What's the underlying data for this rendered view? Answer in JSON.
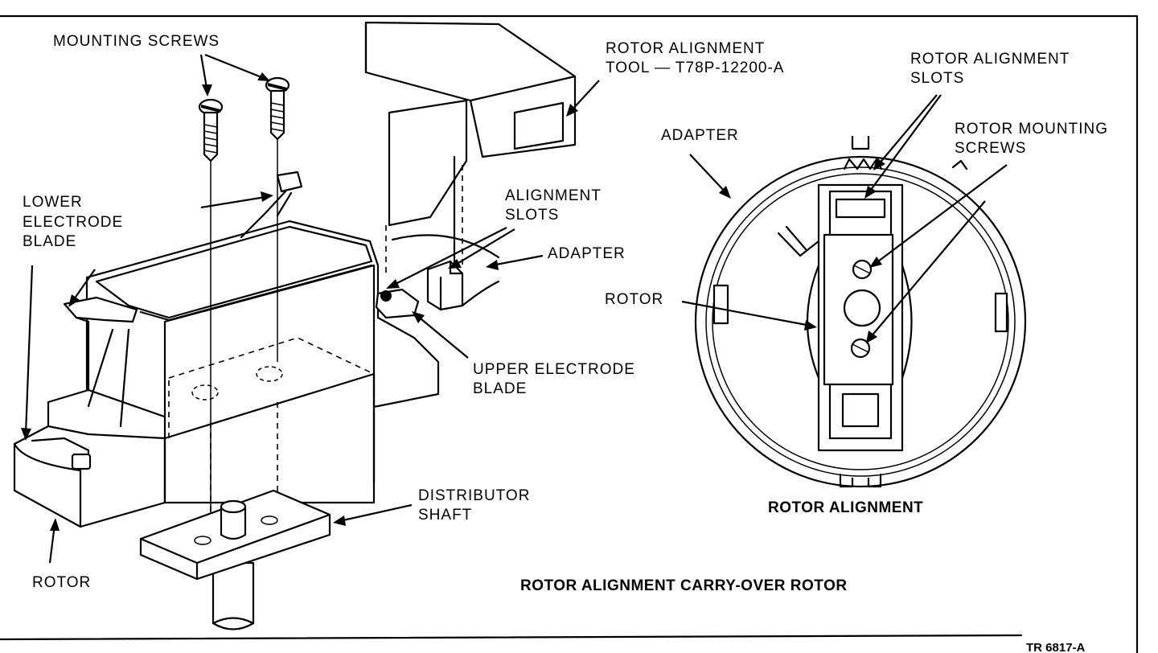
{
  "labels": {
    "mounting_screws": "MOUNTING SCREWS",
    "tool_line1": "ROTOR ALIGNMENT",
    "tool_line2": "TOOL — T78P-12200-A",
    "lower_blade_line1": "LOWER",
    "lower_blade_line2": "ELECTRODE",
    "lower_blade_line3": "BLADE",
    "alignment_slots_line1": "ALIGNMENT",
    "alignment_slots_line2": "SLOTS",
    "adapter_left": "ADAPTER",
    "upper_blade_line1": "UPPER ELECTRODE",
    "upper_blade_line2": "BLADE",
    "distributor_line1": "DISTRIBUTOR",
    "distributor_line2": "SHAFT",
    "rotor_left": "ROTOR",
    "rotor_slots_line1": "ROTOR ALIGNMENT",
    "rotor_slots_line2": "SLOTS",
    "adapter_right": "ADAPTER",
    "rotor_screws_line1": "ROTOR MOUNTING",
    "rotor_screws_line2": "SCREWS",
    "rotor_right": "ROTOR"
  },
  "captions": {
    "right_view": "ROTOR ALIGNMENT",
    "main": "ROTOR ALIGNMENT CARRY-OVER ROTOR",
    "reference": "TR 6817-A"
  }
}
